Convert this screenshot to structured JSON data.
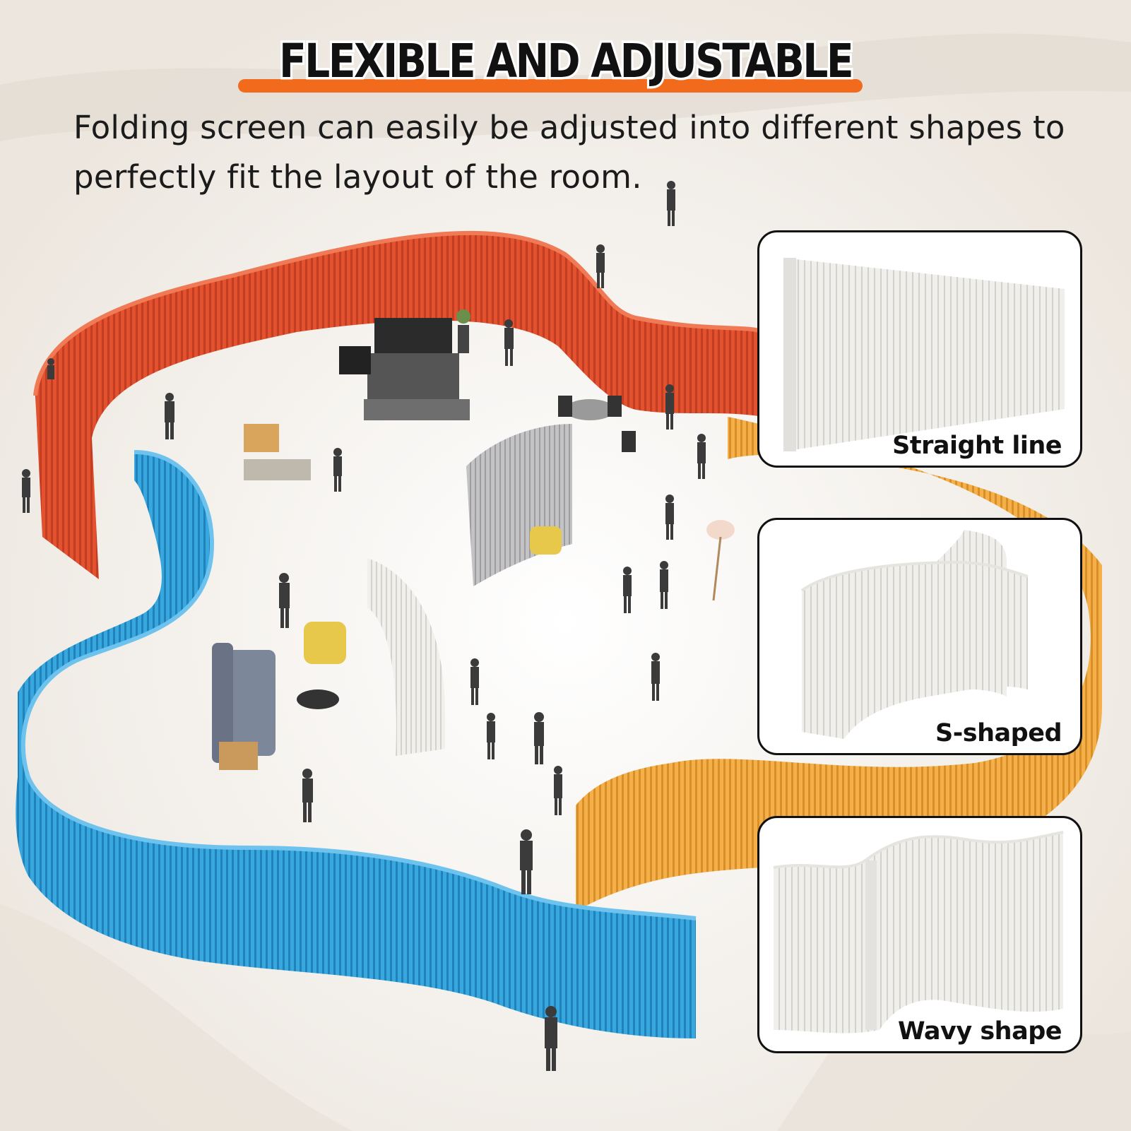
{
  "banner": {
    "headline": "FLEXIBLE AND ADJUSTABLE",
    "subtitle": "Folding screen can easily be adjusted into different shapes to perfectly fit the layout of the room.",
    "accent_color": "#f26a1b"
  },
  "shapes": [
    {
      "label": "Straight line"
    },
    {
      "label": "S-shaped"
    },
    {
      "label": "Wavy shape"
    }
  ],
  "screen_colors": {
    "red": "#e4512f",
    "blue": "#2f9fd8",
    "orange": "#f2a93f",
    "grey": "#b9b9bb",
    "white": "#e8e6e2"
  }
}
